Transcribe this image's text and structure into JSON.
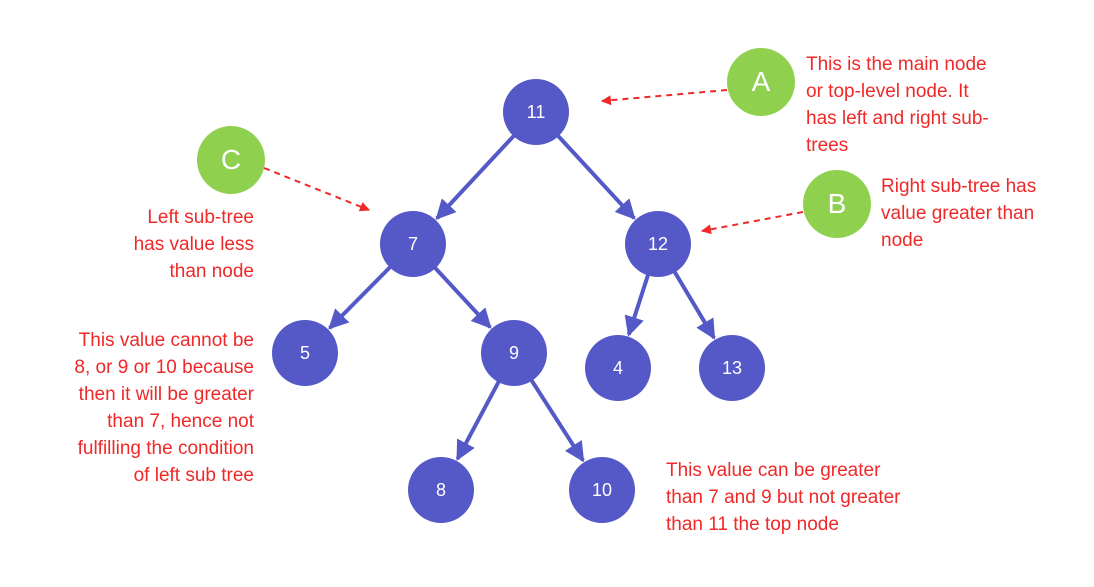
{
  "colors": {
    "node": "#5558C7",
    "marker": "#8FD14F",
    "annotation": "#F02828",
    "edge": "#5558C7"
  },
  "tree": {
    "nodes": [
      {
        "id": "n11",
        "label": "11"
      },
      {
        "id": "n7",
        "label": "7"
      },
      {
        "id": "n12",
        "label": "12"
      },
      {
        "id": "n5",
        "label": "5"
      },
      {
        "id": "n9",
        "label": "9"
      },
      {
        "id": "n4",
        "label": "4"
      },
      {
        "id": "n13",
        "label": "13"
      },
      {
        "id": "n8",
        "label": "8"
      },
      {
        "id": "n10",
        "label": "10"
      }
    ],
    "edges": [
      [
        "n11",
        "n7"
      ],
      [
        "n11",
        "n12"
      ],
      [
        "n7",
        "n5"
      ],
      [
        "n7",
        "n9"
      ],
      [
        "n12",
        "n4"
      ],
      [
        "n12",
        "n13"
      ],
      [
        "n9",
        "n8"
      ],
      [
        "n9",
        "n10"
      ]
    ]
  },
  "markers": {
    "a": "A",
    "b": "B",
    "c": "C"
  },
  "notes": {
    "a": [
      "This is the main node",
      "or top-level node. It",
      "has left and right sub-",
      "trees"
    ],
    "b": [
      "Right sub-tree has",
      "value greater than",
      "node"
    ],
    "c": [
      "Left sub-tree",
      "has value less",
      "than node"
    ],
    "left_value": [
      "This value cannot be",
      "8, or 9 or 10 because",
      "then it will be greater",
      "than 7, hence not",
      "fulfilling the condition",
      "of left sub tree"
    ],
    "right_value": [
      "This value can be greater",
      "than 7 and 9 but not greater",
      "than 11 the top node"
    ]
  }
}
